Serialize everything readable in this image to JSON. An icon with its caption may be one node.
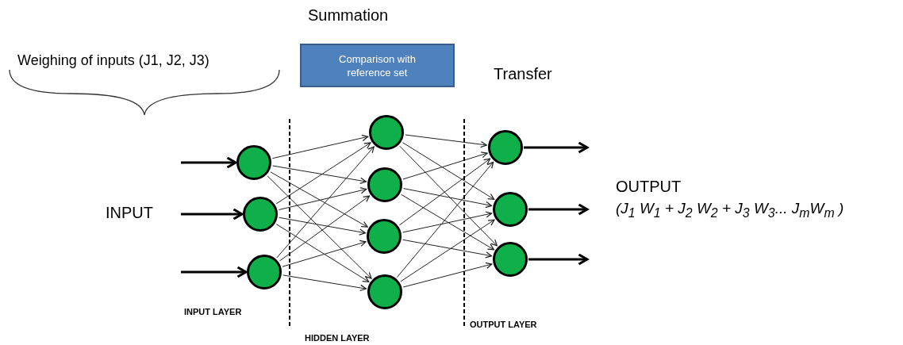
{
  "diagram": {
    "nodes": [
      {
        "text": [
          "Comparison with reference set"
        ]
      },
      {
        "text": [],
        "shape": "circle"
      },
      {
        "text": [],
        "shape": "circle"
      },
      {
        "text": [],
        "shape": "circle"
      },
      {
        "text": [],
        "shape": "circle"
      },
      {
        "text": [],
        "shape": "circle"
      },
      {
        "text": [],
        "shape": "circle"
      },
      {
        "text": [],
        "shape": "circle"
      },
      {
        "text": [],
        "shape": "circle"
      },
      {
        "text": [],
        "shape": "circle"
      },
      {
        "text": [],
        "shape": "circle"
      }
    ],
    "edges": [
      {
        "from": null,
        "to": 1,
        "arrow": "to",
        "style": "thick"
      },
      {
        "from": null,
        "to": 2,
        "arrow": "to",
        "style": "thick"
      },
      {
        "from": null,
        "to": 3,
        "arrow": "to",
        "style": "thick"
      },
      {
        "from": 1,
        "to": 4,
        "arrow": "to"
      },
      {
        "from": 1,
        "to": 5,
        "arrow": "to"
      },
      {
        "from": 1,
        "to": 6,
        "arrow": "to"
      },
      {
        "from": 1,
        "to": 7,
        "arrow": "to"
      },
      {
        "from": 2,
        "to": 4,
        "arrow": "to"
      },
      {
        "from": 2,
        "to": 5,
        "arrow": "to"
      },
      {
        "from": 2,
        "to": 6,
        "arrow": "to"
      },
      {
        "from": 2,
        "to": 7,
        "arrow": "to"
      },
      {
        "from": 3,
        "to": 4,
        "arrow": "to"
      },
      {
        "from": 3,
        "to": 5,
        "arrow": "to"
      },
      {
        "from": 3,
        "to": 6,
        "arrow": "to"
      },
      {
        "from": 3,
        "to": 7,
        "arrow": "to"
      },
      {
        "from": 4,
        "to": 8,
        "arrow": "to"
      },
      {
        "from": 4,
        "to": 9,
        "arrow": "to"
      },
      {
        "from": 4,
        "to": 10,
        "arrow": "to"
      },
      {
        "from": 5,
        "to": 8,
        "arrow": "to"
      },
      {
        "from": 5,
        "to": 9,
        "arrow": "to"
      },
      {
        "from": 5,
        "to": 10,
        "arrow": "to"
      },
      {
        "from": 6,
        "to": 8,
        "arrow": "to"
      },
      {
        "from": 6,
        "to": 9,
        "arrow": "to"
      },
      {
        "from": 6,
        "to": 10,
        "arrow": "to"
      },
      {
        "from": 7,
        "to": 8,
        "arrow": "to"
      },
      {
        "from": 7,
        "to": 9,
        "arrow": "to"
      },
      {
        "from": 7,
        "to": 10,
        "arrow": "to"
      },
      {
        "from": 8,
        "to": null,
        "arrow": "to",
        "style": "thick"
      },
      {
        "from": 9,
        "to": null,
        "arrow": "to",
        "style": "thick"
      },
      {
        "from": 10,
        "to": null,
        "arrow": "to",
        "style": "thick"
      }
    ],
    "labels": [
      "Summation",
      "Weighing of inputs (J1, J2, J3)",
      "Transfer",
      "INPUT",
      "OUTPUT",
      "(J$_{1}$ W$_{1}$ + J$_{2}$  W$_{2}$ + J$_{3}$ W$_{3}$... J$_{m}$W$_{m}$ )",
      "INPUT LAYER",
      "HIDDEN LAYER",
      "OUTPUT LAYER"
    ]
  }
}
